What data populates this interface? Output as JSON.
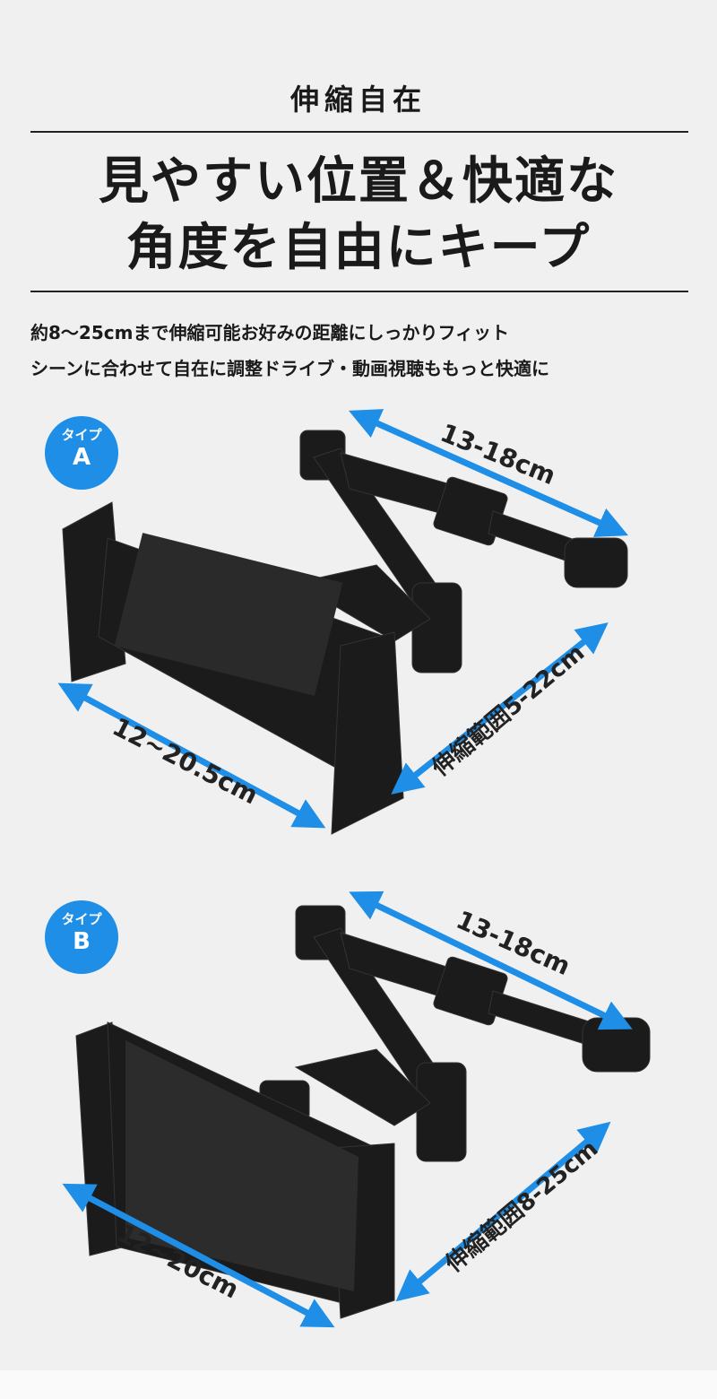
{
  "header": {
    "eyebrow": "伸縮自在",
    "headline_line1": "見やすい位置＆快適な",
    "headline_line2": "角度を自由にキープ"
  },
  "description": {
    "line1": "約8〜25cmまで伸縮可能お好みの距離にしっかりフィット",
    "line2": "シーンに合わせて自在に調整ドライブ・動画視聴ももっと快適に"
  },
  "type_a": {
    "badge_label": "タイプ",
    "badge_letter": "A",
    "arm_length": "13-18cm",
    "holder_width": "12~20.5cm",
    "stretch_range": "伸縮範囲5-22cm"
  },
  "type_b": {
    "badge_label": "タイプ",
    "badge_letter": "B",
    "arm_length": "13-18cm",
    "holder_width": "12~20cm",
    "stretch_range": "伸縮範囲8-25cm"
  },
  "colors": {
    "accent": "#1e8ee6",
    "product": "#1b1b1b"
  }
}
